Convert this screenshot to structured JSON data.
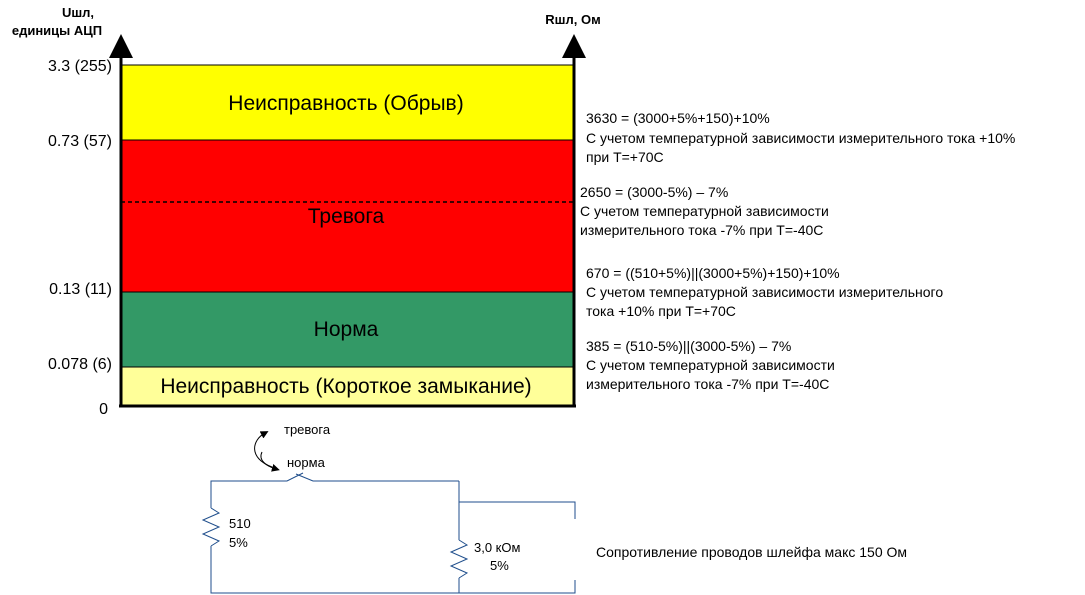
{
  "axes": {
    "left_title_line1": "Uшл,",
    "left_title_line2": "единицы АЦП",
    "right_title": "Rшл, Ом"
  },
  "ticks": {
    "t0": "3.3 (255)",
    "t1": "0.73 (57)",
    "t2": "0.13 (11)",
    "t3": "0.078 (6)",
    "t4": "0"
  },
  "zones": {
    "open_fault": "Неисправность (Обрыв)",
    "alarm": "Тревога",
    "normal": "Норма",
    "short_fault": "Неисправность (Короткое замыкание)"
  },
  "colors": {
    "open_fault": "#ffff00",
    "alarm": "#ff0000",
    "normal": "#339966",
    "short_fault": "#ffff99",
    "wire": "#1f4e8c"
  },
  "notes": {
    "n1_line1": "3630 = (3000+5%+150)+10%",
    "n1_line2": "С учетом температурной зависимости измерительного тока +10%",
    "n1_line3": "при T=+70C",
    "n2_line1": "2650 = (3000-5%) – 7%",
    "n2_line2": "С учетом температурной зависимости",
    "n2_line3": "измерительного тока -7% при T=-40C",
    "n3_line1": "670 = ((510+5%)||(3000+5%)+150)+10%",
    "n3_line2": "С учетом температурной зависимости измерительного",
    "n3_line3": "тока +10% при T=+70C",
    "n4_line1": "385 =  (510-5%)||(3000-5%) – 7%",
    "n4_line2": "С учетом температурной зависимости",
    "n4_line3": "измерительного тока -7% при T=-40C"
  },
  "circuit": {
    "switch_alarm": "тревога",
    "switch_normal": "норма",
    "r1_value": "510",
    "r1_tol": "5%",
    "r2_value": "3,0 кОм",
    "r2_tol": "5%",
    "wire_note": "Сопротивление проводов шлейфа макс 150 Ом"
  }
}
